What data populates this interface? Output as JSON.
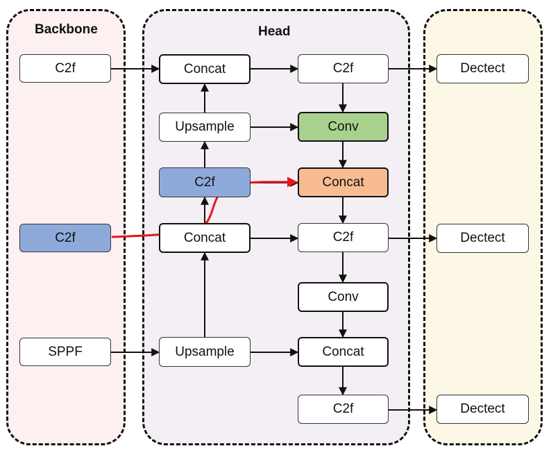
{
  "panels": {
    "backbone": {
      "title": "Backbone",
      "color": "#fdf0f0"
    },
    "head": {
      "title": "Head",
      "color": "#f4eef5"
    },
    "detect": {
      "title": "",
      "color": "#fdf7e6"
    }
  },
  "nodes": {
    "bb_c2f_top": "C2f",
    "bb_c2f_mid": "C2f",
    "bb_sppf": "SPPF",
    "h_concat_1": "Concat",
    "h_upsample_1": "Upsample",
    "h_c2f_a": "C2f",
    "h_concat_2": "Concat",
    "h_upsample_2": "Upsample",
    "h_c2f_1": "C2f",
    "h_conv_1": "Conv",
    "h_concat_3": "Concat",
    "h_c2f_2": "C2f",
    "h_conv_2": "Conv",
    "h_concat_4": "Concat",
    "h_c2f_3": "C2f",
    "det_1": "Dectect",
    "det_2": "Dectect",
    "det_3": "Dectect"
  },
  "colors": {
    "highlight_blue": "#8eaadb",
    "conv_green": "#a9d18e",
    "concat_orange": "#f8bc92",
    "red_path": "#e8151b"
  }
}
